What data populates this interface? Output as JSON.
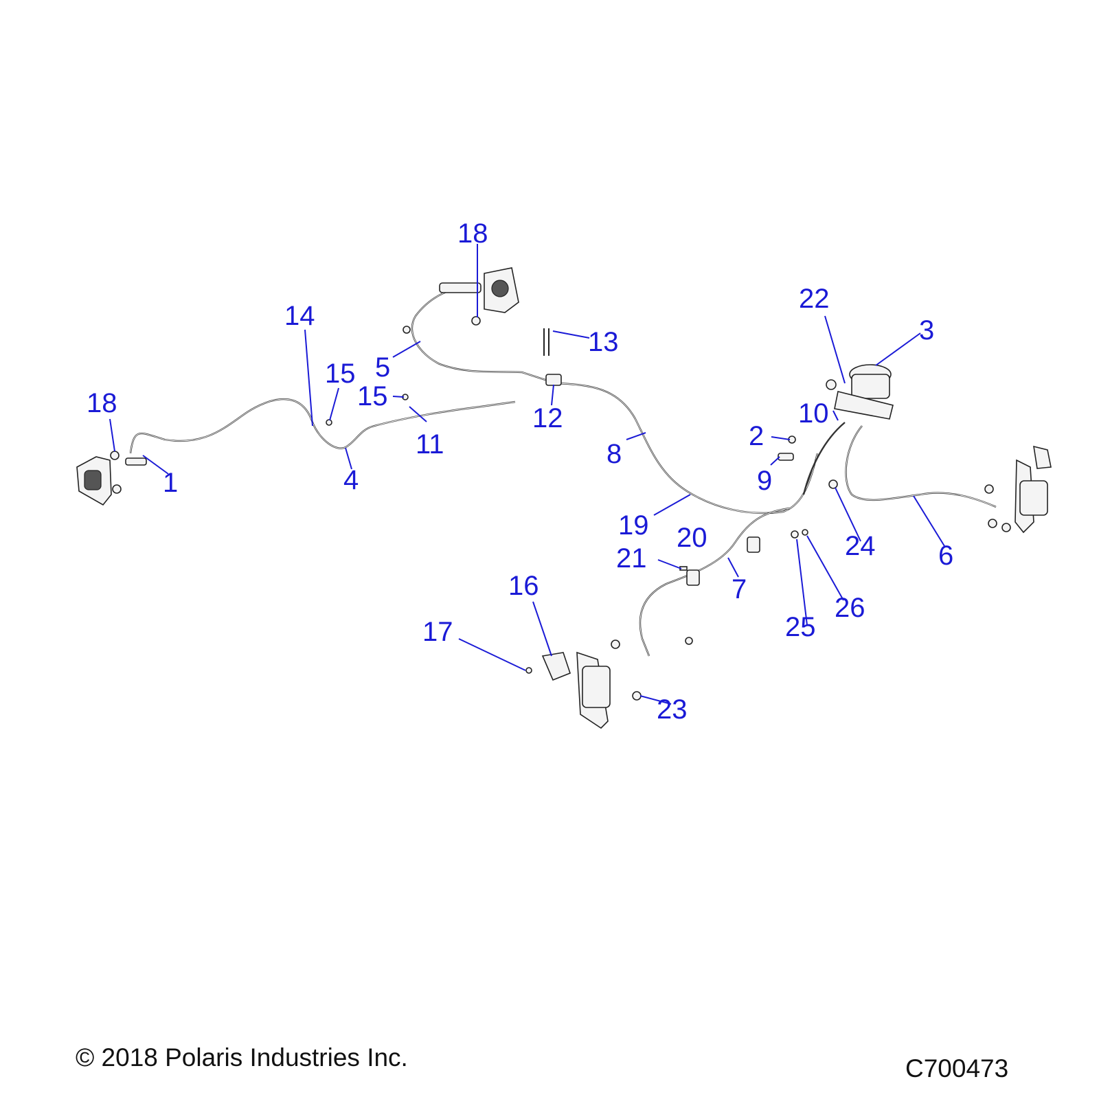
{
  "callouts": [
    {
      "id": "c1",
      "label": "1"
    },
    {
      "id": "c2",
      "label": "2"
    },
    {
      "id": "c3",
      "label": "3"
    },
    {
      "id": "c4",
      "label": "4"
    },
    {
      "id": "c5",
      "label": "5"
    },
    {
      "id": "c6",
      "label": "6"
    },
    {
      "id": "c7",
      "label": "7"
    },
    {
      "id": "c8",
      "label": "8"
    },
    {
      "id": "c9",
      "label": "9"
    },
    {
      "id": "c10",
      "label": "10"
    },
    {
      "id": "c11",
      "label": "11"
    },
    {
      "id": "c12",
      "label": "12"
    },
    {
      "id": "c13",
      "label": "13"
    },
    {
      "id": "c14",
      "label": "14"
    },
    {
      "id": "c15a",
      "label": "15"
    },
    {
      "id": "c15b",
      "label": "15"
    },
    {
      "id": "c16",
      "label": "16"
    },
    {
      "id": "c17",
      "label": "17"
    },
    {
      "id": "c18a",
      "label": "18"
    },
    {
      "id": "c18b",
      "label": "18"
    },
    {
      "id": "c19",
      "label": "19"
    },
    {
      "id": "c20",
      "label": "20"
    },
    {
      "id": "c21",
      "label": "21"
    },
    {
      "id": "c22",
      "label": "22"
    },
    {
      "id": "c23",
      "label": "23"
    },
    {
      "id": "c24",
      "label": "24"
    },
    {
      "id": "c25",
      "label": "25"
    },
    {
      "id": "c26",
      "label": "26"
    }
  ],
  "footer": {
    "copyright": "© 2018 Polaris Industries Inc.",
    "drawing_number": "C700473"
  }
}
